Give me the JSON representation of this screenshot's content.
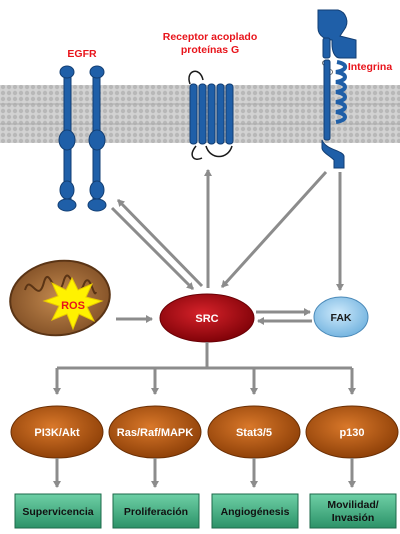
{
  "receptors": {
    "egfr": "EGFR",
    "gpcr_line1": "Receptor acoplado",
    "gpcr_line2": "proteínas G",
    "integrin": "Integrina"
  },
  "nodes": {
    "ros": "ROS",
    "src": "SRC",
    "fak": "FAK"
  },
  "pathways": [
    "PI3K/Akt",
    "Ras/Raf/MAPK",
    "Stat3/5",
    "p130"
  ],
  "outcomes": [
    {
      "line1": "Supervicencia",
      "line2": ""
    },
    {
      "line1": "Proliferación",
      "line2": ""
    },
    {
      "line1": "Angiogénesis",
      "line2": ""
    },
    {
      "line1": "Movilidad/",
      "line2": "Invasión"
    }
  ],
  "colors": {
    "receptor_label": "#e8141b",
    "receptor_blue": "#1f5fa8",
    "src_red": "#a8000a",
    "fak_blue": "#8ec8ee",
    "pathway_orange": "#b35a12",
    "outcome_green": "#3fae84",
    "arrow_gray": "#8c8c8c",
    "membrane_gray": "#c7c7c7"
  }
}
